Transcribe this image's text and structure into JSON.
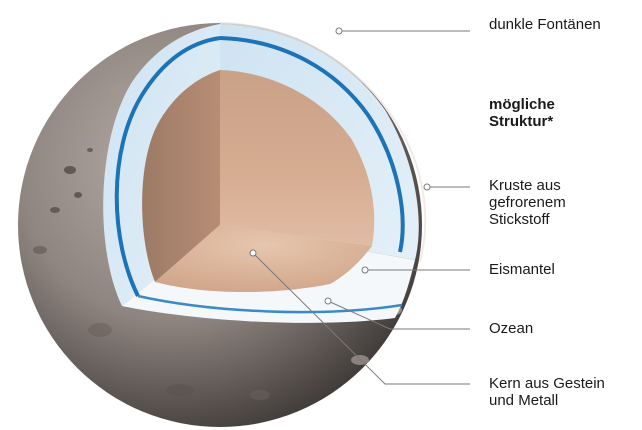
{
  "labels": {
    "fountains": "dunkle Fontänen",
    "structure": "mögliche\nStruktur*",
    "crust": "Kruste aus\ngefrorenem\nStickstoff",
    "ice_mantle": "Eismantel",
    "ocean": "Ozean",
    "core": "Kern aus Gestein\nund Metall"
  },
  "colors": {
    "surface": "#8f8580",
    "ice_mantle": "#d4e7f5",
    "ocean_ring": "#1c73b8",
    "core": "#c99a7d",
    "leader_line": "#7a7a7a"
  }
}
